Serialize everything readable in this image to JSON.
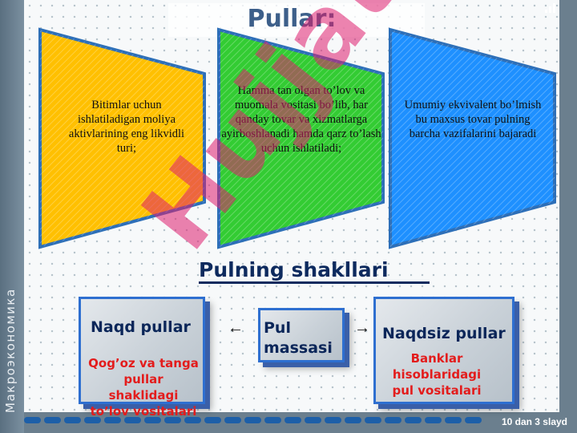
{
  "side_label": "Макроэкономика",
  "title": "Pullar:",
  "definitions": [
    {
      "text": "Bitimlar uchun ishlatiladigan moliya aktivlarining eng likvidli turi;",
      "color": "#ffc000"
    },
    {
      "text": "Hamma tan olgan to’lov va muomala vositasi bo’lib, har qanday tovar va xizmatlarga ayirboshlanadi hamda qarz to’lash uchun ishlatiladi;",
      "color": "#33cc33"
    },
    {
      "text": "Umumiy ekvivalent bo’lmish bu maxsus tovar pulning barcha vazifalarini bajaradi",
      "color": "#1e90ff"
    }
  ],
  "watermark": "Hujjat",
  "forms_heading": "Pulning shakllari",
  "boxes": {
    "cash": {
      "title": "Naqd pullar",
      "subtitle": "Qog’oz va tanga pullar  shaklidagi to’lov vositalari"
    },
    "money_supply": {
      "title": "Pul massasi"
    },
    "noncash": {
      "title": "Naqdsiz pullar",
      "subtitle": "Banklar hisoblaridagi pul vositalari"
    }
  },
  "arrows": {
    "left": "←",
    "right": "→"
  },
  "slide_counter": "10 dan 3 slayd",
  "icons": {
    "corner": "signal-bars-icon"
  }
}
